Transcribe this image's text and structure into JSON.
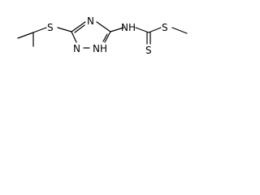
{
  "molecule": {
    "atoms": {
      "s_isopropyl": "S",
      "n_ring_top": "N",
      "n_ring_bottom_left": "N",
      "nh_ring": "NH",
      "nh_amide": "NH",
      "s_methyl": "S",
      "s_thione": "S"
    }
  },
  "colors": {
    "bond": "#000000",
    "label": "#000000",
    "background": "#ffffff"
  }
}
